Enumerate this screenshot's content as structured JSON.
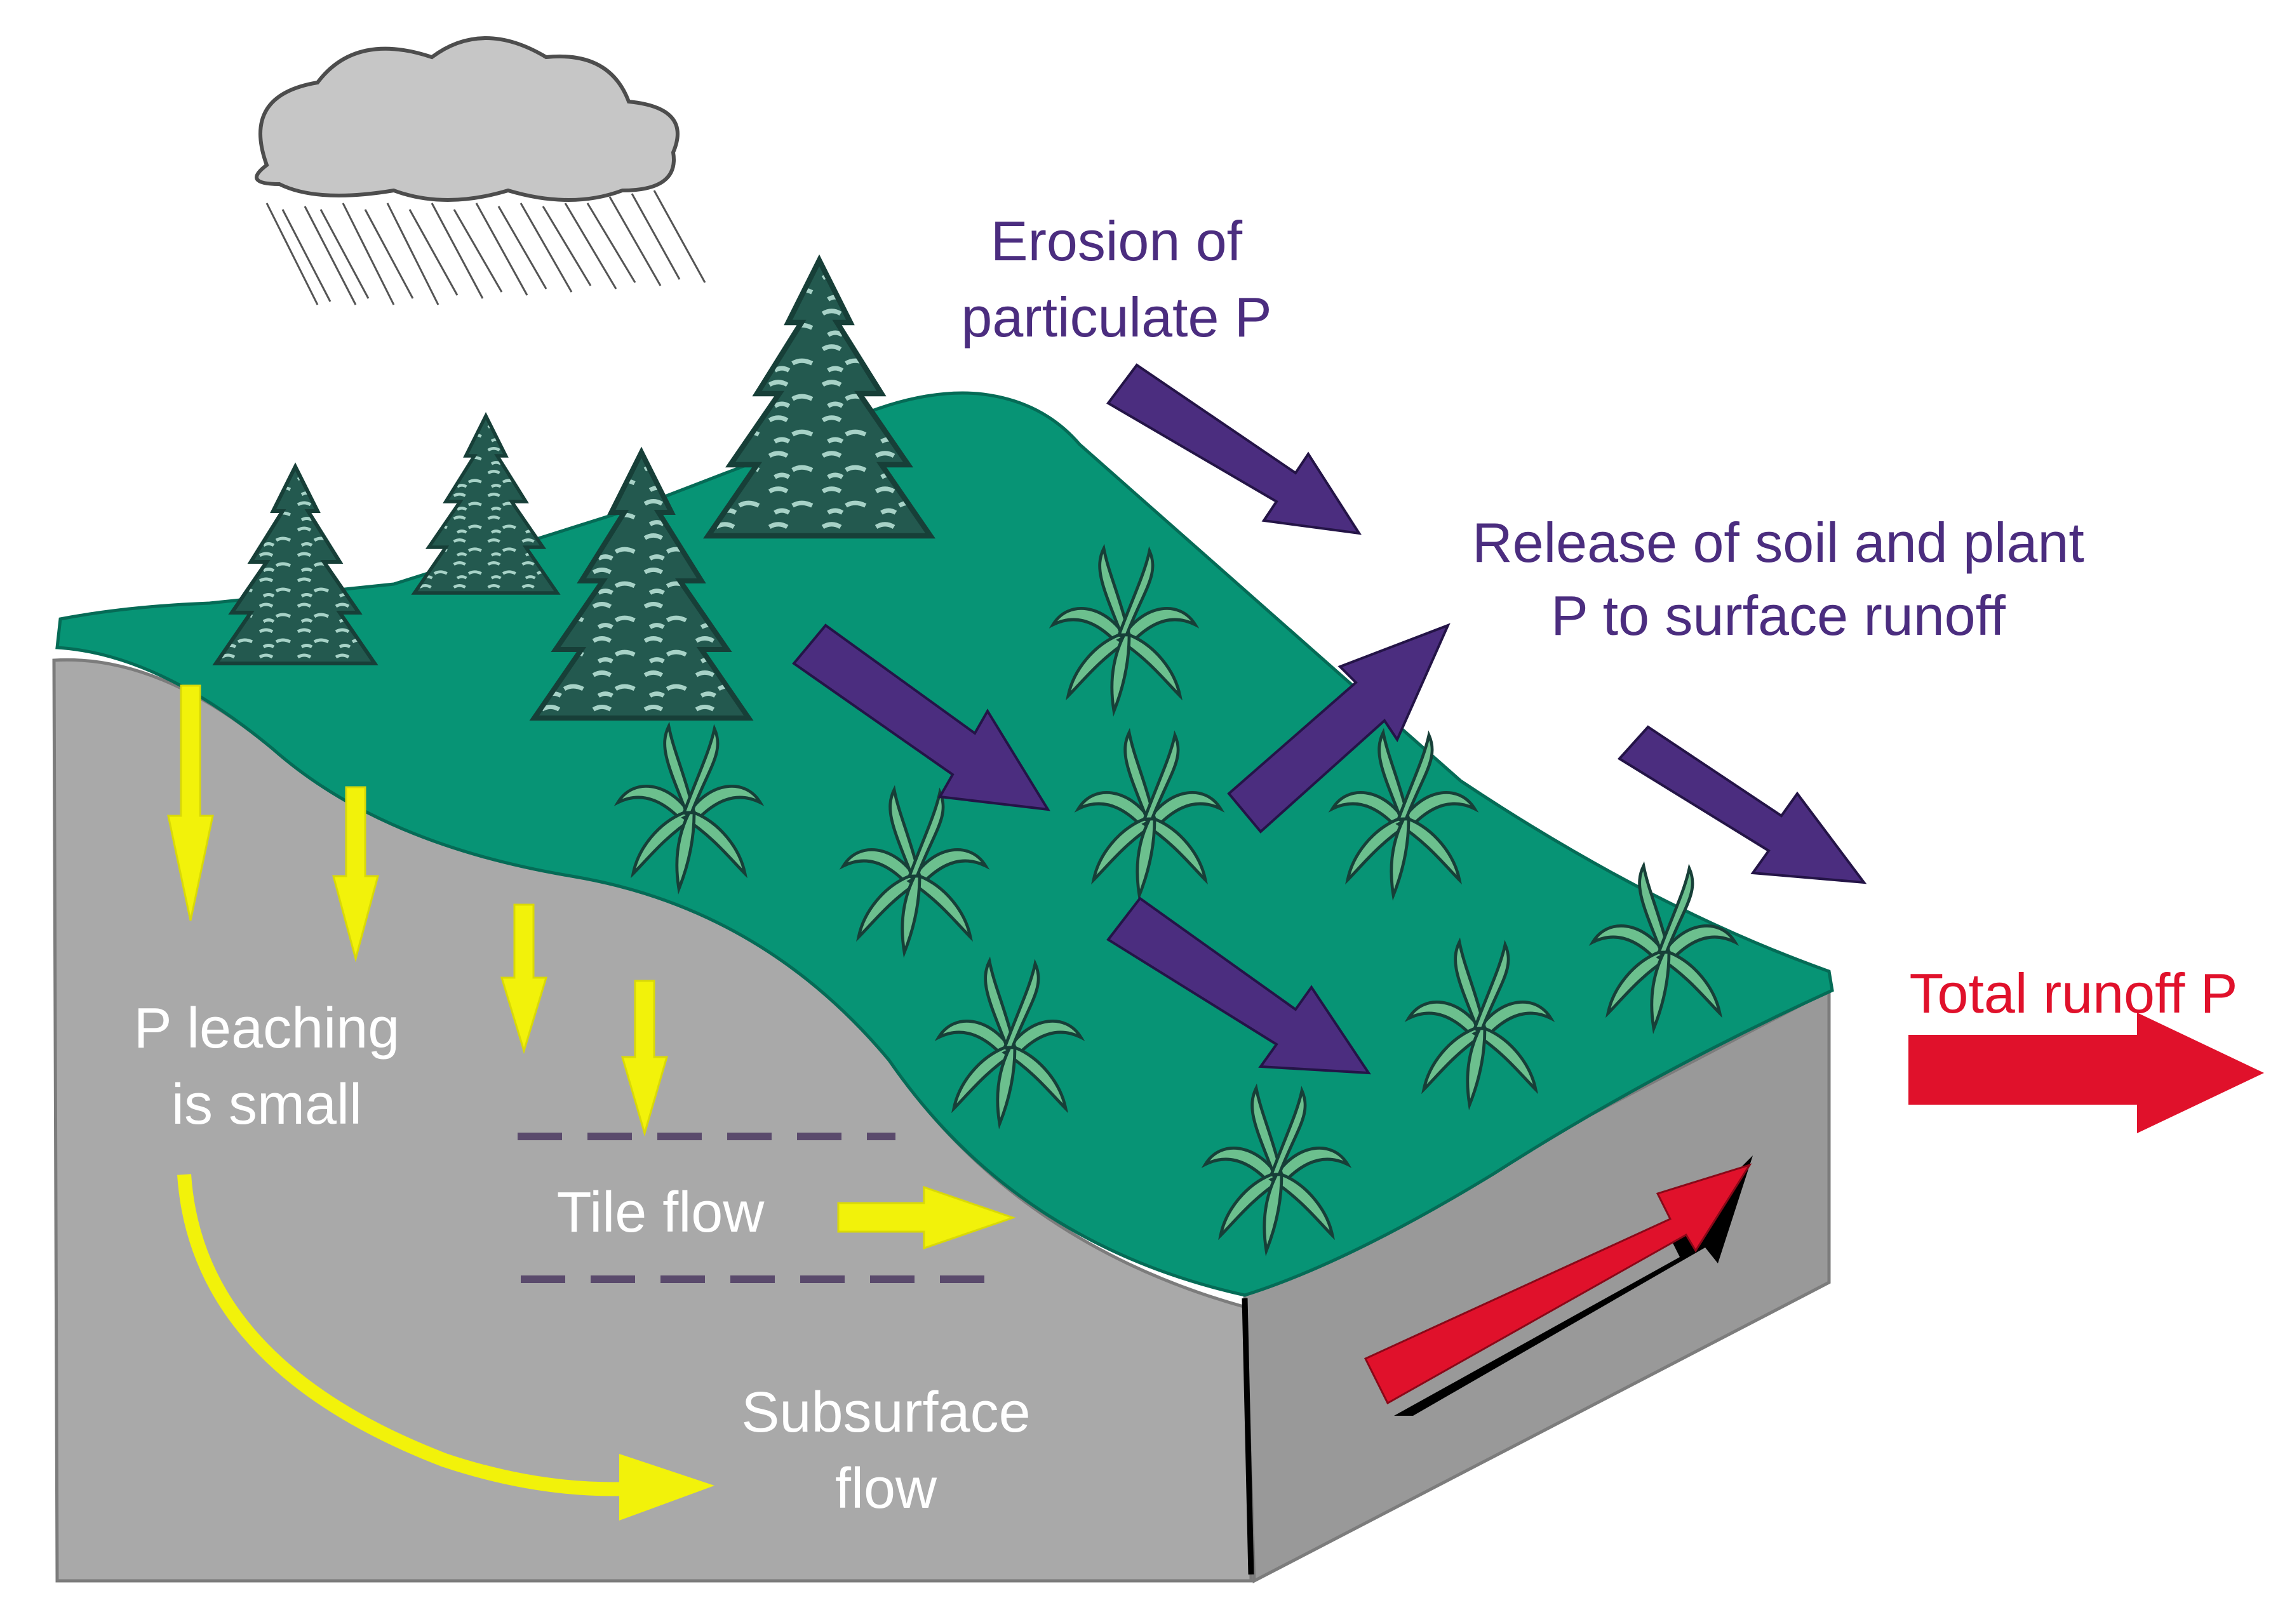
{
  "labels": {
    "erosion_line1": "Erosion of",
    "erosion_line2": "particulate P",
    "release_line1": "Release of soil and plant",
    "release_line2": "P to surface runoff",
    "total_runoff": "Total runoff P",
    "leaching_line1": "P leaching",
    "leaching_line2": "is small",
    "tile_flow": "Tile flow",
    "subsurface_line1": "Subsurface",
    "subsurface_line2": "flow"
  },
  "colors": {
    "soil": "#a9a9a9",
    "surface": "#079475",
    "surface_processes": "#4b2d7f",
    "subsurface_processes": "#f2f20a",
    "total_runoff": "#e0112b",
    "tile_drain": "#5a4a6c",
    "cloud": "#c6c6c6",
    "conifer": "#23594f",
    "crop": "#6cc08e"
  },
  "icons": {
    "cloud": "rain-cloud-icon",
    "tree": "conifer-tree-icon",
    "crop": "crop-plant-icon"
  }
}
